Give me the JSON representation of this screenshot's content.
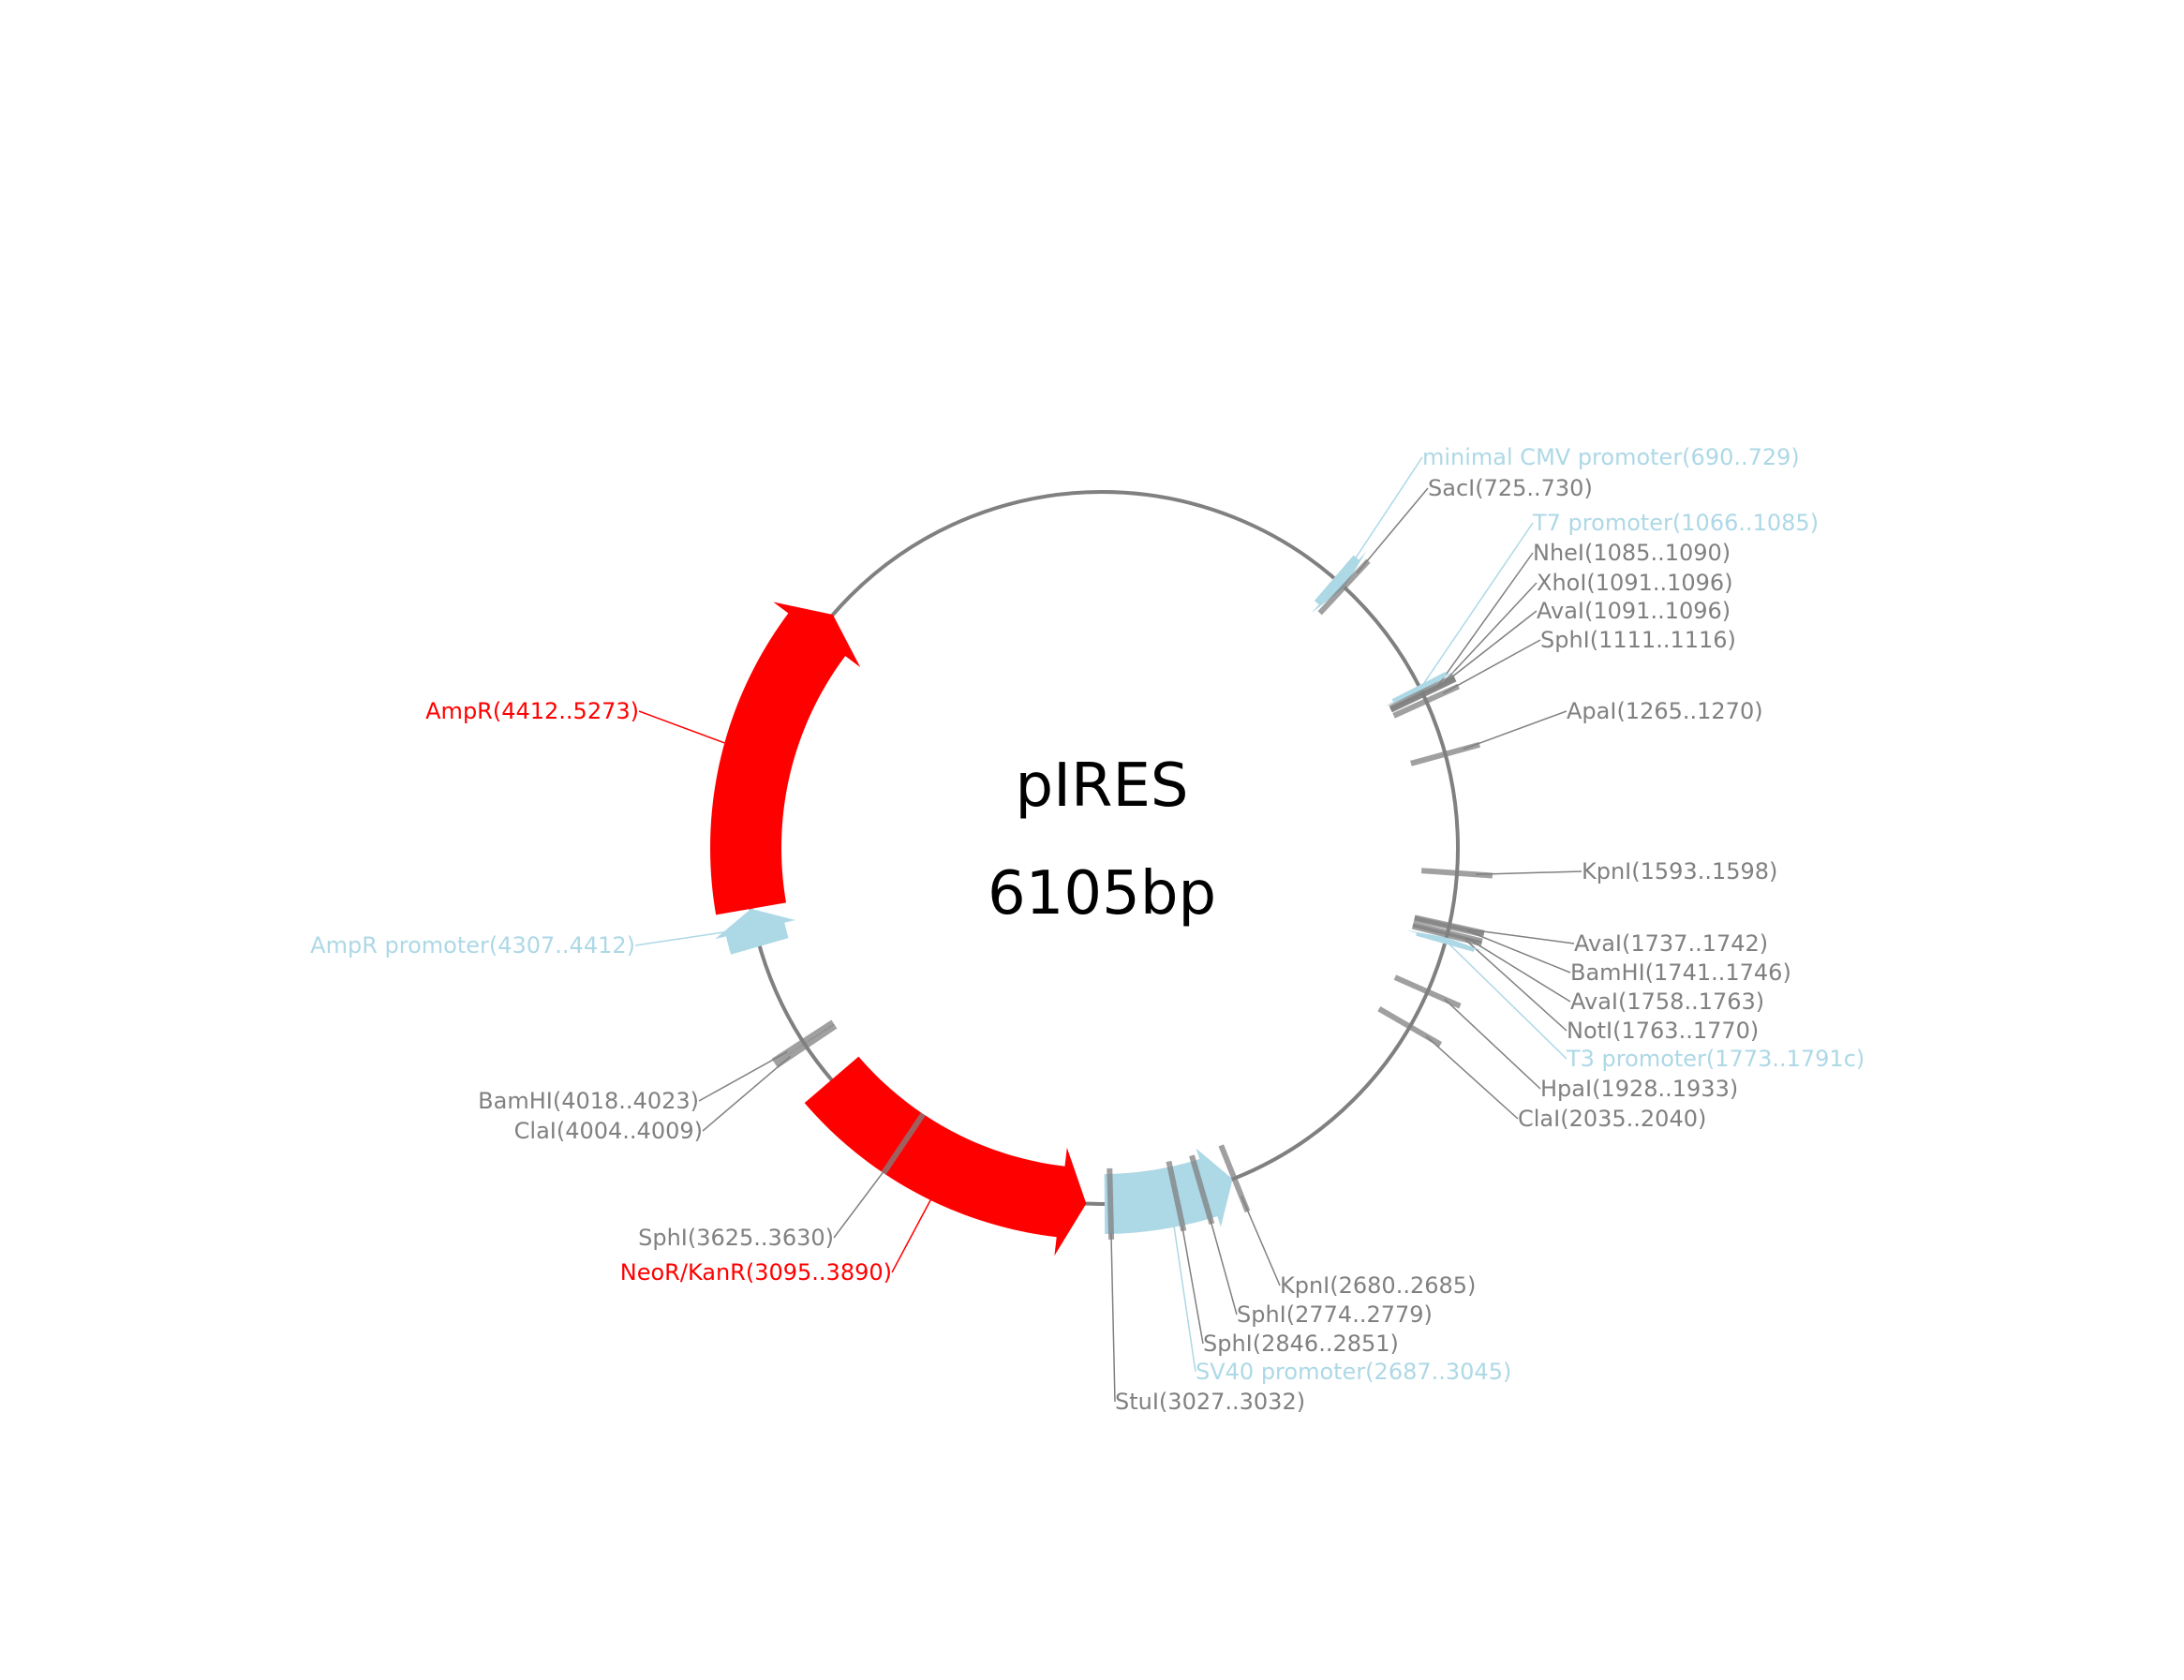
{
  "plasmid": {
    "name": "pIRES",
    "size_label": "6105bp",
    "length_bp": 6105
  },
  "colors": {
    "backbone": "#808080",
    "gene": "#ff0000",
    "promoter": "#add8e6",
    "site": "#808080",
    "title": "#000000"
  },
  "features": [
    {
      "id": "minimal-cmv-promoter",
      "type": "promoter",
      "start": 690,
      "end": 729,
      "strand": 1,
      "label": "minimal CMV promoter(690..729)"
    },
    {
      "id": "t7-promoter",
      "type": "promoter",
      "start": 1066,
      "end": 1085,
      "strand": 1,
      "label": "T7 promoter(1066..1085)"
    },
    {
      "id": "t3-promoter",
      "type": "promoter",
      "start": 1773,
      "end": 1791,
      "strand": -1,
      "label": "T3 promoter(1773..1791c)"
    },
    {
      "id": "sv40-promoter",
      "type": "promoter",
      "start": 2687,
      "end": 3045,
      "strand": -1,
      "label": "SV40 promoter(2687..3045)"
    },
    {
      "id": "neor-kanr",
      "type": "gene",
      "start": 3095,
      "end": 3890,
      "strand": -1,
      "label": "NeoR/KanR(3095..3890)"
    },
    {
      "id": "ampr-promoter",
      "type": "promoter",
      "start": 4307,
      "end": 4412,
      "strand": 1,
      "label": "AmpR promoter(4307..4412)"
    },
    {
      "id": "ampr",
      "type": "gene",
      "start": 4412,
      "end": 5273,
      "strand": 1,
      "label": "AmpR(4412..5273)"
    }
  ],
  "sites": [
    {
      "id": "saci-725",
      "pos": 727,
      "label": "SacI(725..730)"
    },
    {
      "id": "nhei-1085",
      "pos": 1087,
      "label": "NheI(1085..1090)"
    },
    {
      "id": "xhoi-1091",
      "pos": 1093,
      "label": "XhoI(1091..1096)"
    },
    {
      "id": "avai-1091",
      "pos": 1093,
      "label": "AvaI(1091..1096)"
    },
    {
      "id": "sphi-1111",
      "pos": 1113,
      "label": "SphI(1111..1116)"
    },
    {
      "id": "apai-1265",
      "pos": 1267,
      "label": "ApaI(1265..1270)"
    },
    {
      "id": "kpni-1593",
      "pos": 1595,
      "label": "KpnI(1593..1598)"
    },
    {
      "id": "avai-1737",
      "pos": 1739,
      "label": "AvaI(1737..1742)"
    },
    {
      "id": "bamhi-1741",
      "pos": 1743,
      "label": "BamHI(1741..1746)"
    },
    {
      "id": "avai-1758",
      "pos": 1760,
      "label": "AvaI(1758..1763)"
    },
    {
      "id": "noti-1763",
      "pos": 1766,
      "label": "NotI(1763..1770)"
    },
    {
      "id": "hpai-1928",
      "pos": 1930,
      "label": "HpaI(1928..1933)"
    },
    {
      "id": "clai-2035",
      "pos": 2037,
      "label": "ClaI(2035..2040)"
    },
    {
      "id": "kpni-2680",
      "pos": 2682,
      "label": "KpnI(2680..2685)"
    },
    {
      "id": "sphi-2774",
      "pos": 2776,
      "label": "SphI(2774..2779)"
    },
    {
      "id": "sphi-2846",
      "pos": 2848,
      "label": "SphI(2846..2851)"
    },
    {
      "id": "stui-3027",
      "pos": 3029,
      "label": "StuI(3027..3032)"
    },
    {
      "id": "sphi-3625",
      "pos": 3627,
      "label": "SphI(3625..3630)"
    },
    {
      "id": "clai-4004",
      "pos": 4006,
      "label": "ClaI(4004..4009)"
    },
    {
      "id": "bamhi-4018",
      "pos": 4020,
      "label": "BamHI(4018..4023)"
    }
  ]
}
